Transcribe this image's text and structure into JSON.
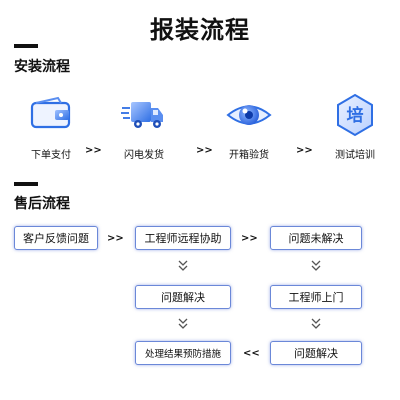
{
  "title": "报装流程",
  "install": {
    "heading": "安装流程",
    "steps": [
      {
        "label": "下单支付",
        "icon": "wallet-icon"
      },
      {
        "label": "闪电发货",
        "icon": "delivery-truck-icon"
      },
      {
        "label": "开箱验货",
        "icon": "eye-icon"
      },
      {
        "label": "测试培训",
        "icon": "training-badge-icon",
        "glyph": "培"
      }
    ],
    "arrow": ">>"
  },
  "after_sales": {
    "heading": "售后流程",
    "boxes": {
      "feedback": "客户反馈问题",
      "remote": "工程师远程协助",
      "unsolved": "问题未解决",
      "solved_1": "问题解决",
      "onsite": "工程师上门",
      "result": "处理结果预防措施",
      "solved_2": "问题解决"
    },
    "arrow_right": ">>",
    "arrow_left": "<<"
  },
  "colors": {
    "accent": "#2f6fe4",
    "box_border": "#6b88d8",
    "text": "#111111"
  }
}
